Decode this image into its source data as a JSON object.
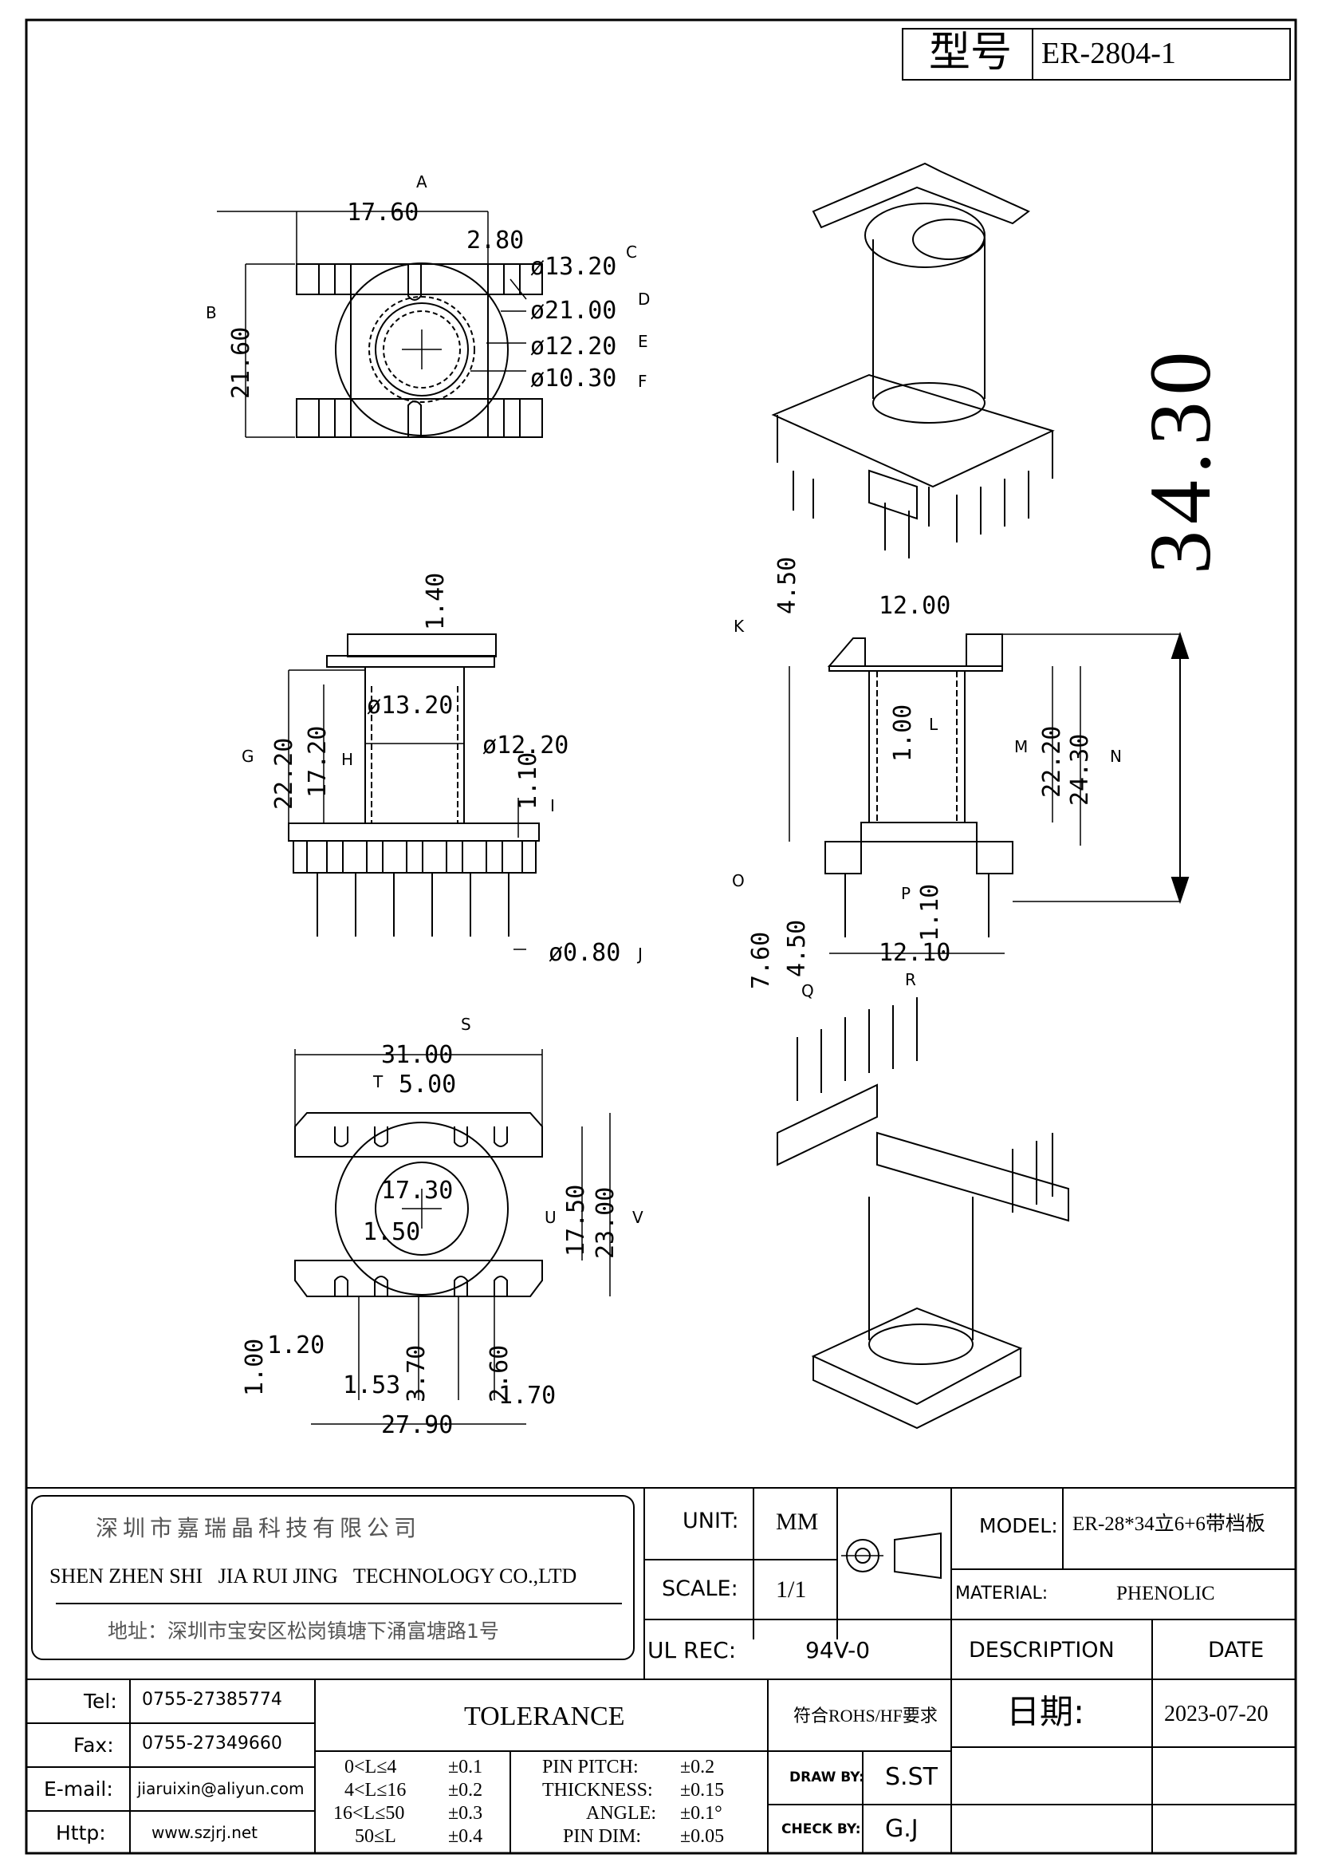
{
  "header": {
    "label_model_no": "型号",
    "model_no": "ER-2804-1"
  },
  "top_view": {
    "callout_letters": [
      "A",
      "B",
      "C",
      "D",
      "E",
      "F"
    ],
    "dims": {
      "width": "17.60",
      "slot": "2.80",
      "height": "21.60",
      "d_c": "ø13.20",
      "d_d": "ø21.00",
      "d_e": "ø12.20",
      "d_f": "ø10.30"
    }
  },
  "overall_height": "34.30",
  "front_view": {
    "callout_letters": [
      "G",
      "H",
      "I",
      "J"
    ],
    "dims": {
      "top_lip": "1.40",
      "flange_od": "ø13.20",
      "inner_d": "ø12.20",
      "height_g": "22.20",
      "height_h": "17.20",
      "wall_i": "1.10",
      "pin_d": "ø0.80"
    }
  },
  "side_view": {
    "callout_letters": [
      "K",
      "L",
      "M",
      "N",
      "O",
      "P",
      "Q",
      "R"
    ],
    "dims": {
      "k": "4.50",
      "top_w": "12.00",
      "l": "1.00",
      "m": "22.20",
      "n": "24.30",
      "o": "7.60",
      "q": "4.50",
      "p": "1.10",
      "r": "12.10"
    }
  },
  "bottom_view": {
    "callout_letters": [
      "S",
      "T",
      "U",
      "V"
    ],
    "dims": {
      "s": "31.00",
      "t": "5.00",
      "u": "17.50",
      "v": "23.00",
      "inner": "17.30",
      "offset": "1.50",
      "a1": "1.00",
      "a2": "1.20",
      "a3": "1.53",
      "a4": "3.70",
      "a5": "2.60",
      "a6": "1.70",
      "total": "27.90"
    }
  },
  "title_block": {
    "company_cn": "深圳市嘉瑞晶科技有限公司",
    "company_en": "SHEN ZHEN SHI   JIA RUI JING   TECHNOLOGY CO.,LTD",
    "address": "地址：深圳市宝安区松岗镇塘下涌富塘路1号",
    "unit_label": "UNIT:",
    "unit_value": "MM",
    "scale_label": "SCALE:",
    "scale_value": "1/1",
    "ul_label": "UL REC:",
    "ul_value": "94V-0",
    "model_label": "MODEL:",
    "model_value": "ER-28*34立6+6带档板",
    "material_label": "MATERIAL:",
    "material_value": "PHENOLIC",
    "description_label": "DESCRIPTION",
    "date_label": "DATE",
    "tel_label": "Tel:",
    "tel_value": "0755-27385774",
    "fax_label": "Fax:",
    "fax_value": "0755-27349660",
    "email_label": "E-mail:",
    "email_value": "jiaruixin@aliyun.com",
    "http_label": "Http:",
    "http_value": "www.szjrj.net",
    "tolerance_title": "TOLERANCE",
    "tol_ranges": [
      "0<L≤4",
      "4<L≤16",
      "16<L≤50",
      "50≤L"
    ],
    "tol_values": [
      "±0.1",
      "±0.2",
      "±0.3",
      "±0.4"
    ],
    "tol_names": [
      "PIN PITCH:",
      "THICKNESS:",
      "ANGLE:",
      "PIN DIM:"
    ],
    "tol_name_values": [
      "±0.2",
      "±0.15",
      "±0.1°",
      "±0.05"
    ],
    "rohs": "符合ROHS/HF要求",
    "date_cn": "日期:",
    "date_value": "2023-07-20",
    "draw_label": "DRAW BY:",
    "draw_value": "S.ST",
    "check_label": "CHECK BY:",
    "check_value": "G.J"
  }
}
